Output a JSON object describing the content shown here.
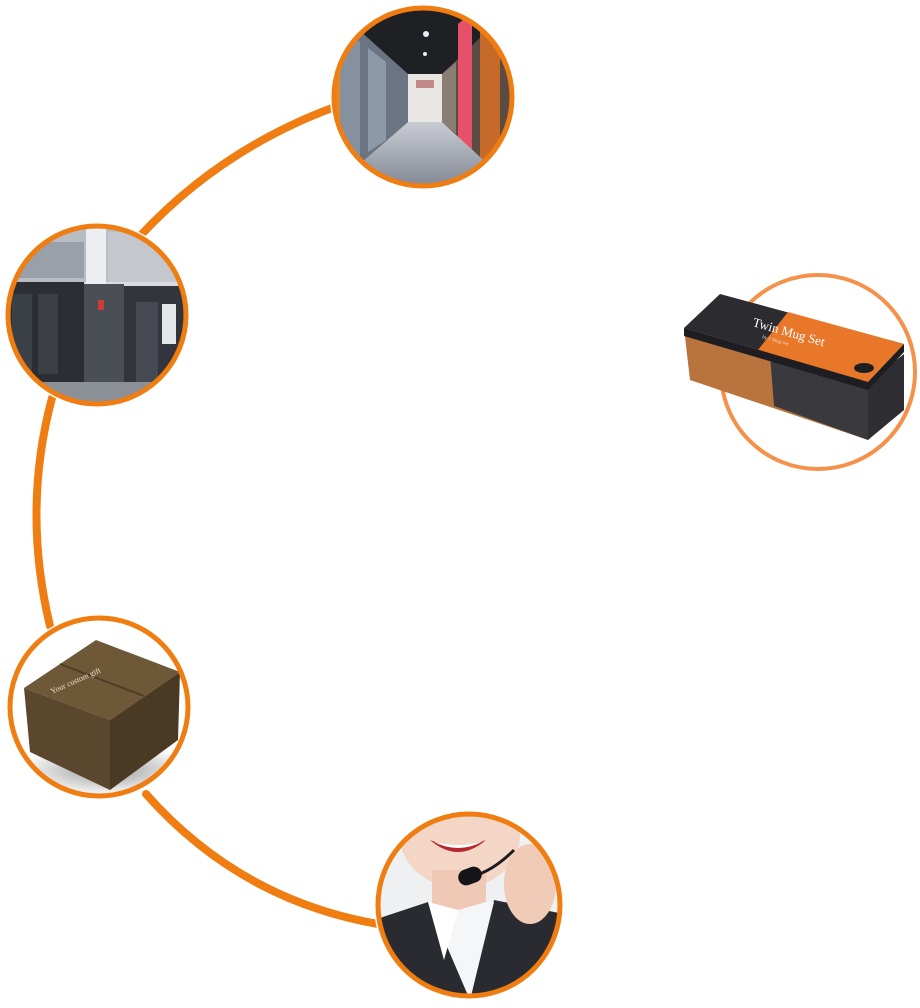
{
  "colors": {
    "accent": "#f07d12",
    "ring_border": "#f07d12",
    "product_border": "#f5914a"
  },
  "nodes": [
    {
      "id": "office",
      "icon": "office-corridor-photo",
      "interactable": true
    },
    {
      "id": "factory",
      "icon": "printing-machine-photo",
      "interactable": true
    },
    {
      "id": "product",
      "icon": "gift-box-photo",
      "interactable": true
    },
    {
      "id": "kraft",
      "icon": "kraft-box-photo",
      "interactable": true
    },
    {
      "id": "service",
      "icon": "customer-service-photo",
      "interactable": true
    }
  ],
  "product": {
    "box_title": "Twin Mug Set",
    "box_subtitle": "by 1 Mug Set"
  },
  "kraft": {
    "box_text": "Your custom gift"
  }
}
